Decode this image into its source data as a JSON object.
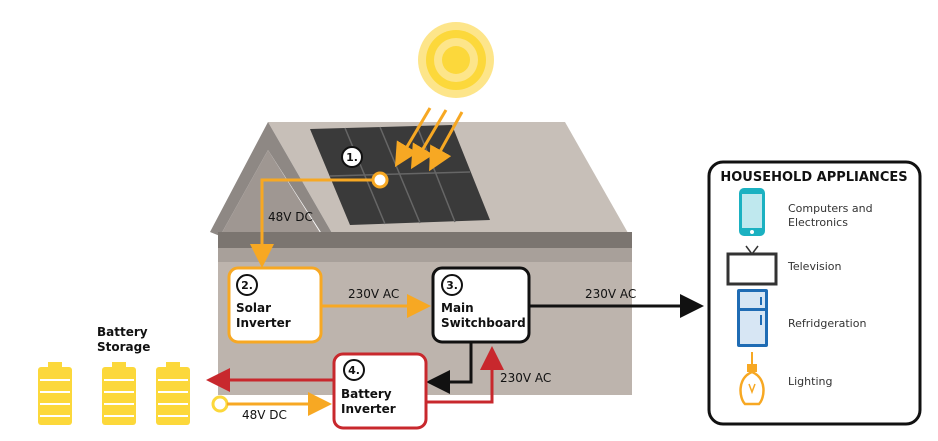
{
  "steps": {
    "panels": {
      "number": "1."
    },
    "solar_inverter": {
      "number": "2.",
      "line1": "Solar",
      "line2": "Inverter"
    },
    "switchboard": {
      "number": "3.",
      "line1": "Main",
      "line2": "Switchboard"
    },
    "battery_inverter": {
      "number": "4.",
      "line1": "Battery",
      "line2": "Inverter"
    }
  },
  "flows": {
    "panels_to_inverter": "48V DC",
    "inverter_to_switchboard": "230V AC",
    "switchboard_to_appliances": "230V AC",
    "battery_inverter_to_switchboard": "230V AC",
    "battery_to_inverter": "48V DC"
  },
  "battery": {
    "line1": "Battery",
    "line2": "Storage"
  },
  "appliances": {
    "title": "HOUSEHOLD APPLIANCES",
    "items": [
      {
        "label_lines": [
          "Computers and",
          "Electronics"
        ],
        "icon": "phone-icon"
      },
      {
        "label_lines": [
          "Television"
        ],
        "icon": "television-icon"
      },
      {
        "label_lines": [
          "Refridgeration"
        ],
        "icon": "refrigerator-icon"
      },
      {
        "label_lines": [
          "Lighting"
        ],
        "icon": "lightbulb-icon"
      }
    ]
  },
  "colors": {
    "solar": "#f7a823",
    "battery": "#c8282d",
    "grid": "#111111",
    "sun": "#fcd83b",
    "panel": "#3a3a3a",
    "phone": "#1bb1c1",
    "fridge": "#1f6cb4"
  }
}
